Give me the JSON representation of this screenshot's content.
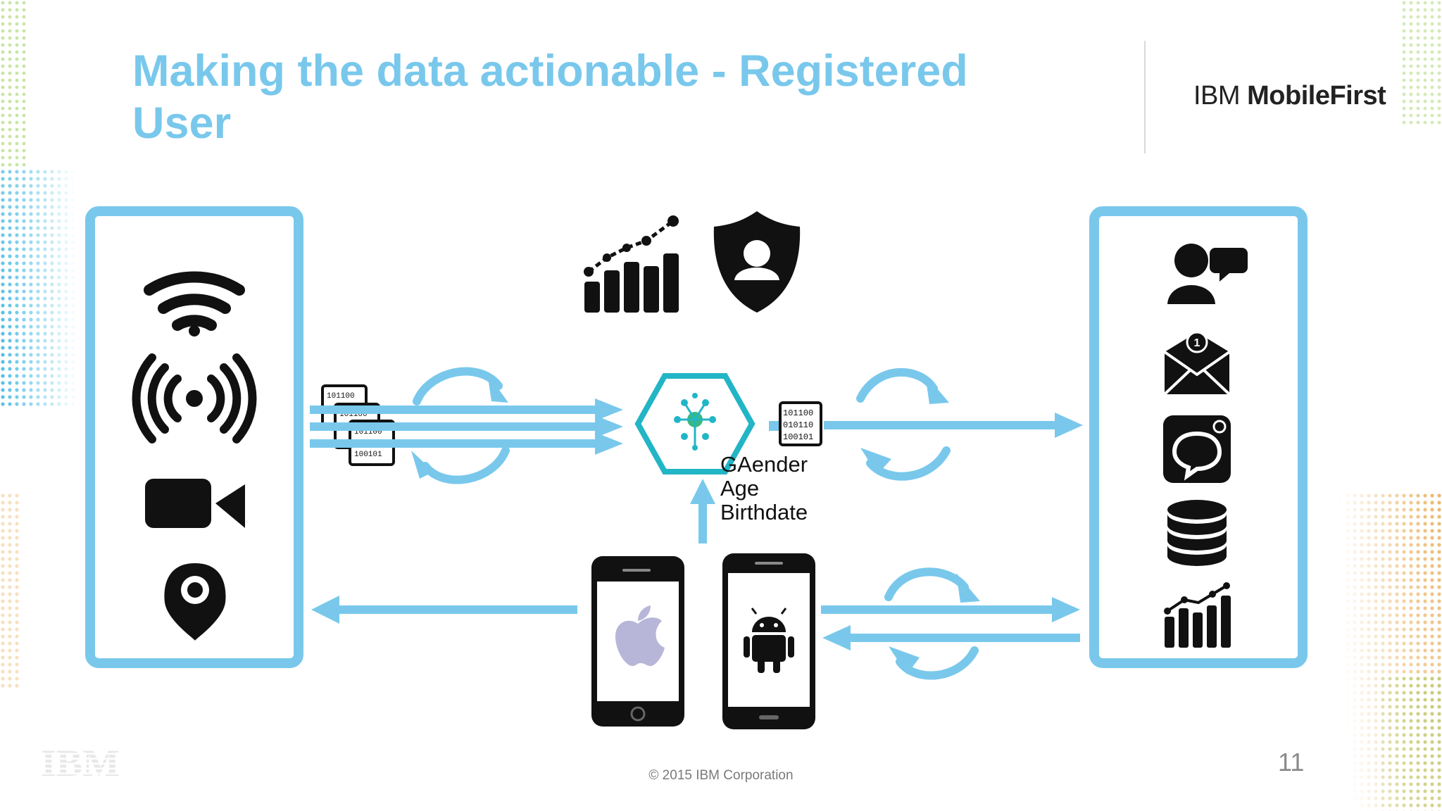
{
  "slide": {
    "title": "Making the data actionable - Registered User",
    "brand_light": "IBM ",
    "brand_bold": "MobileFirst",
    "attributes": [
      "GAender",
      "Age",
      "Birthdate"
    ],
    "footer": "© 2015 IBM Corporation",
    "page_number": "11",
    "ibm_logo_text": "IBM"
  },
  "packets": {
    "left": [
      "101100",
      "010110",
      "100101"
    ],
    "right": [
      "101100",
      "010110",
      "100101"
    ]
  },
  "colors": {
    "accent": "#79c8ec",
    "hub": "#22b5c6",
    "hub_core": "#3bb87f",
    "icon": "#111111"
  },
  "icons": {
    "left_panel": [
      "wifi-icon",
      "broadcast-icon",
      "video-camera-icon",
      "location-pin-icon"
    ],
    "top": [
      "bar-chart-trend-icon",
      "user-shield-icon"
    ],
    "hub": "analytics-hub-icon",
    "devices": [
      "iphone-icon",
      "android-phone-icon"
    ],
    "right_panel": [
      "user-chat-icon",
      "mail-notification-icon",
      "chat-bubble-icon",
      "database-icon",
      "bar-chart-trend-icon"
    ]
  }
}
